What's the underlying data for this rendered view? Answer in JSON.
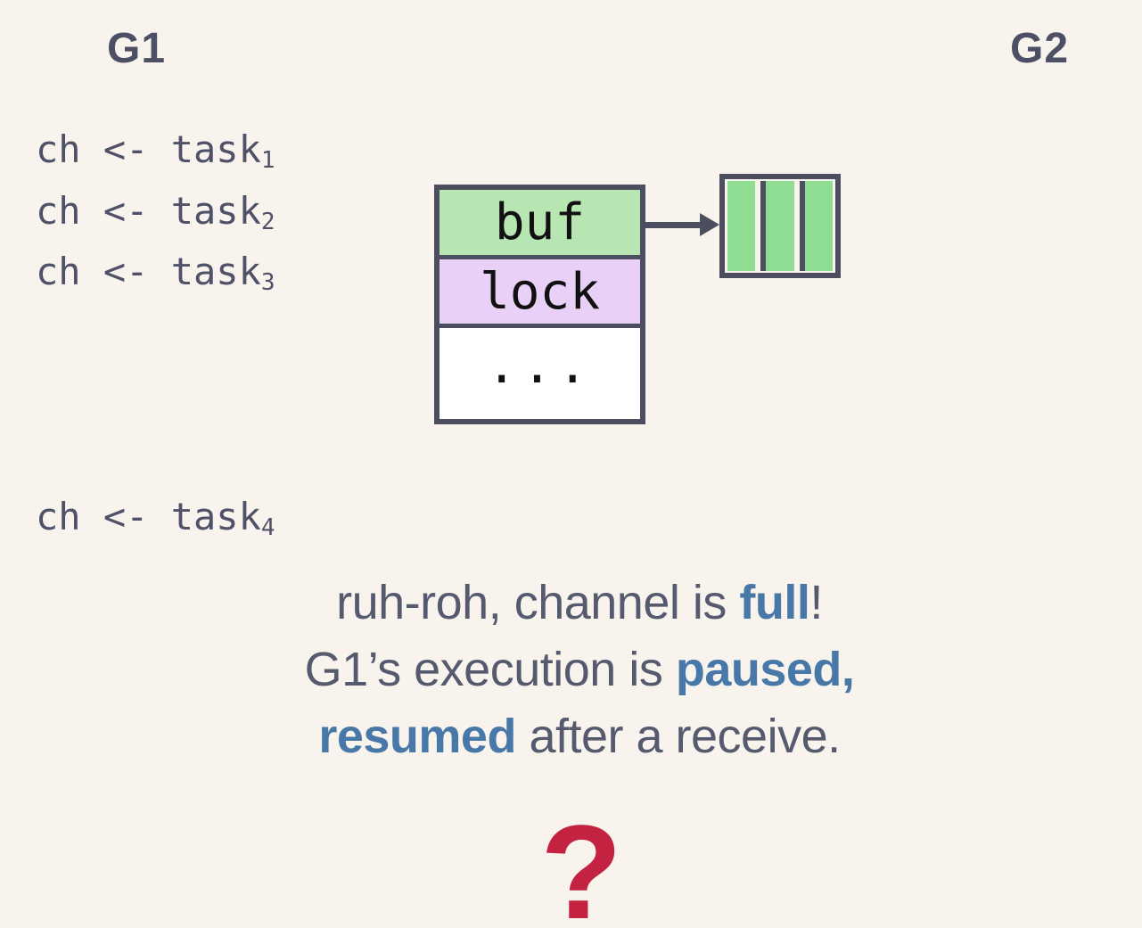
{
  "background": "#f8f3ec",
  "palette": {
    "slate_ink": "#4e5168",
    "heading_ink": "#4d5064",
    "caption_ink": "#555a6e",
    "box_border": "#4c4e60",
    "buf_row_green": "#b8e6b3",
    "lock_row_purple": "#e8d0f6",
    "dots_row_white": "#ffffff",
    "slot_green": "#8edd92",
    "emphasis_blue": "#4878a8",
    "question_red": "#c32240"
  },
  "goroutines": {
    "g1": "G1",
    "g2": "G2"
  },
  "code": {
    "send_lines": [
      {
        "text": "ch <- task",
        "subscript": "1"
      },
      {
        "text": "ch <- task",
        "subscript": "2"
      },
      {
        "text": "ch <- task",
        "subscript": "3"
      }
    ],
    "blocked_line": {
      "text": "ch <- task",
      "subscript": "4"
    }
  },
  "channel_struct": {
    "fields": [
      {
        "label": "buf",
        "fill": "#b8e6b3",
        "height": 78
      },
      {
        "label": "lock",
        "fill": "#e8d0f6",
        "height": 77
      },
      {
        "label": "...",
        "fill": "#ffffff",
        "height": 0
      }
    ]
  },
  "buffer": {
    "slot_count": 3,
    "slot_fill": "#8edd92"
  },
  "caption": {
    "lines": [
      [
        {
          "text": "ruh-roh, channel is "
        },
        {
          "text": "full",
          "emphasis": true
        },
        {
          "text": "!"
        }
      ],
      [
        {
          "text": "G1’s execution is "
        },
        {
          "text": "paused,",
          "emphasis": true
        }
      ],
      [
        {
          "text": "resumed",
          "emphasis": true
        },
        {
          "text": " after a receive."
        }
      ]
    ]
  },
  "question_mark": {
    "glyph": "?"
  }
}
